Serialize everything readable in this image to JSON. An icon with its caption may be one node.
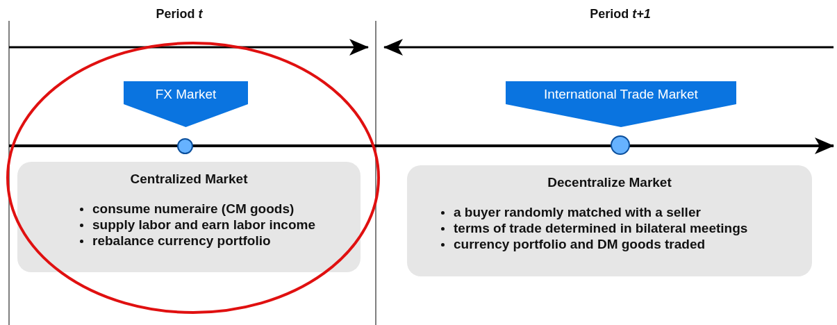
{
  "diagram": {
    "nodes": [
      {
        "text": [
          "FX Market"
        ]
      },
      {
        "text": [],
        "shape": "circle"
      },
      {
        "text": [
          "Centralized Market",
          "consume numeraire (CM goods)",
          "supply labor and earn labor income",
          "rebalance currency portfolio"
        ]
      },
      {
        "text": [
          "International Trade Market"
        ]
      },
      {
        "text": [],
        "shape": "circle"
      },
      {
        "text": [
          "Decentralize Market",
          "a buyer randomly matched with a seller",
          "terms of trade determined in bilateral meetings",
          "currency portfolio and DM goods traded"
        ]
      }
    ],
    "labels": [
      "Period *t*",
      "Period *t+1*"
    ]
  }
}
